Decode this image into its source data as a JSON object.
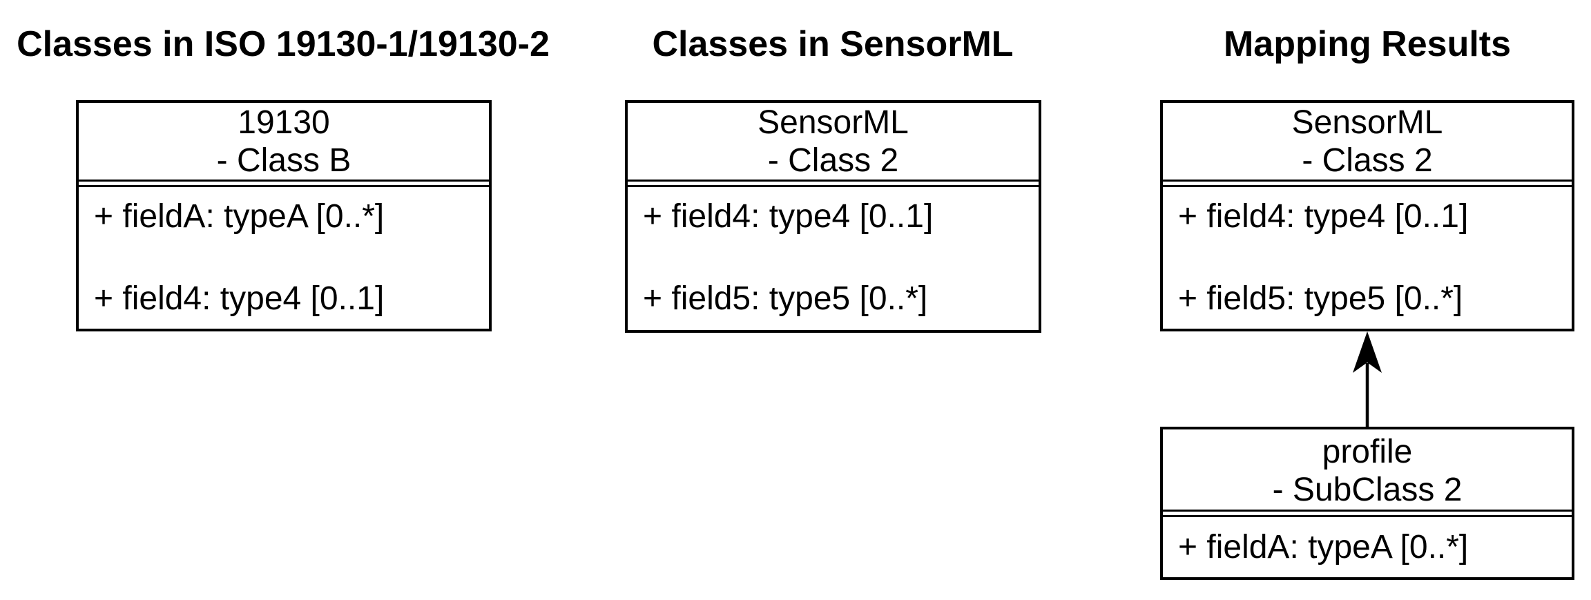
{
  "colors": {
    "foreground": "#000000",
    "background": "#ffffff"
  },
  "columns": [
    {
      "header": "Classes in ISO 19130-1/19130-2",
      "box": {
        "name": "19130",
        "subtitle": "- Class B",
        "attributes": [
          "+ fieldA: typeA [0..*]",
          "+ field4: type4 [0..1]"
        ]
      }
    },
    {
      "header": "Classes in SensorML",
      "box": {
        "name": "SensorML",
        "subtitle": "- Class 2",
        "attributes": [
          "+ field4: type4 [0..1]",
          "+ field5: type5 [0..*]"
        ]
      }
    },
    {
      "header": "Mapping Results",
      "box": {
        "name": "SensorML",
        "subtitle": "- Class 2",
        "attributes": [
          "+ field4: type4 [0..1]",
          "+ field5: type5 [0..*]"
        ]
      },
      "sub_box": {
        "name": "profile",
        "subtitle": "- SubClass 2",
        "attributes": [
          "+ fieldA: typeA [0..*]"
        ]
      },
      "connector_icon": "up-arrow-icon"
    }
  ]
}
